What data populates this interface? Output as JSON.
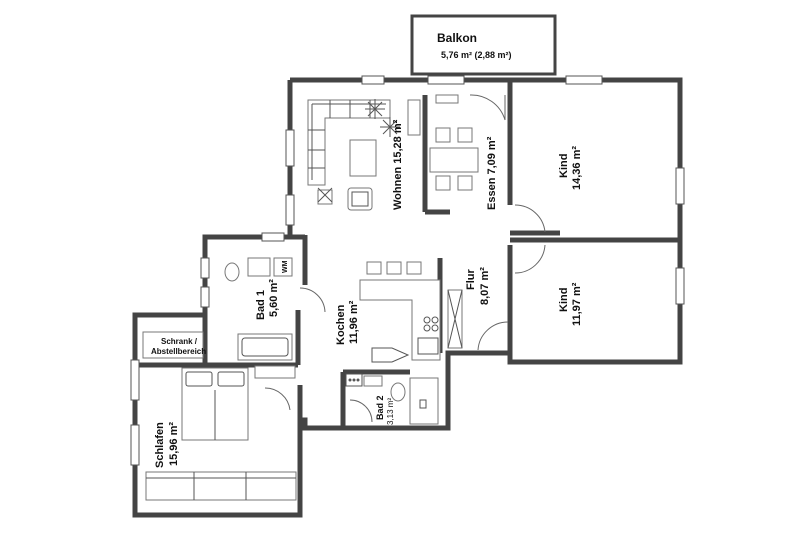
{
  "rooms": {
    "balkon": {
      "name": "Balkon",
      "area": "5,76 m² (2,88 m²)"
    },
    "wohnen": {
      "name": "Wohnen 15,28 m²"
    },
    "essen": {
      "name": "Essen 7,09 m²"
    },
    "kind1": {
      "name": "Kind",
      "area": "14,36 m²"
    },
    "kind2": {
      "name": "Kind",
      "area": "11,97 m²"
    },
    "flur": {
      "name": "Flur",
      "area": "8,07 m²"
    },
    "kochen": {
      "name": "Kochen",
      "area": "11,96 m²"
    },
    "bad1": {
      "name": "Bad 1",
      "area": "5,60 m²"
    },
    "bad2": {
      "name": "Bad 2",
      "area": "3,13 m²"
    },
    "schrank": {
      "name": "Schrank /",
      "name2": "Abstellbereich"
    },
    "schlafen": {
      "name": "Schlafen",
      "area": "15,96 m²"
    }
  },
  "fixtures": {
    "washing_machine": "WM"
  }
}
